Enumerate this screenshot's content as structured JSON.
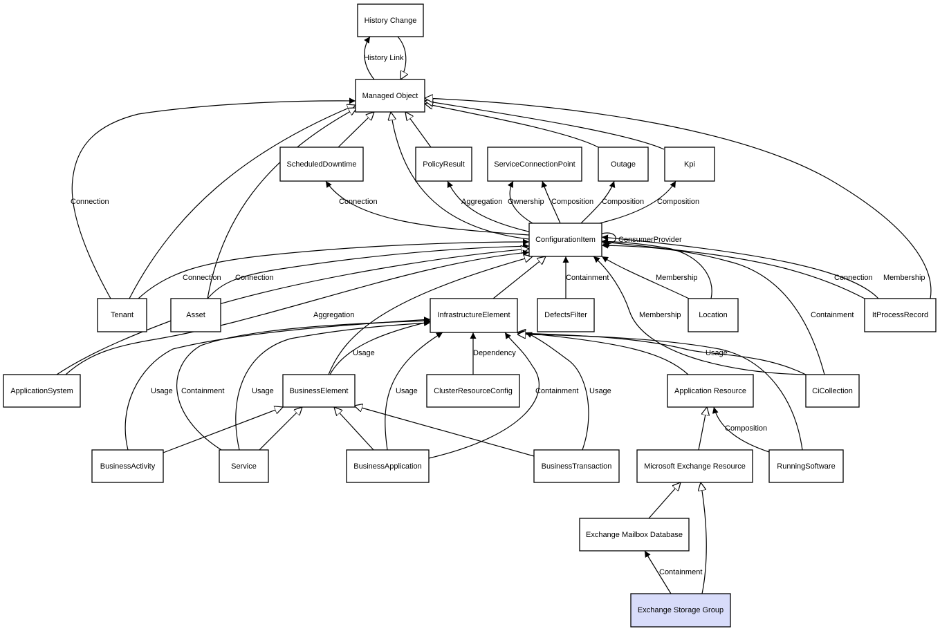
{
  "nodes": [
    {
      "id": "history_change",
      "label": "History Change"
    },
    {
      "id": "managed_object",
      "label": "Managed Object"
    },
    {
      "id": "scheduled_downtime",
      "label": "ScheduledDowntime"
    },
    {
      "id": "policy_result",
      "label": "PolicyResult"
    },
    {
      "id": "service_connection_point",
      "label": "ServiceConnectionPoint"
    },
    {
      "id": "outage",
      "label": "Outage"
    },
    {
      "id": "kpi",
      "label": "Kpi"
    },
    {
      "id": "configuration_item",
      "label": "ConfigurationItem"
    },
    {
      "id": "tenant",
      "label": "Tenant"
    },
    {
      "id": "asset",
      "label": "Asset"
    },
    {
      "id": "infrastructure_element",
      "label": "InfrastructureElement"
    },
    {
      "id": "defects_filter",
      "label": "DefectsFilter"
    },
    {
      "id": "location",
      "label": "Location"
    },
    {
      "id": "it_process_record",
      "label": "ItProcessRecord"
    },
    {
      "id": "application_system",
      "label": "ApplicationSystem"
    },
    {
      "id": "business_element",
      "label": "BusinessElement"
    },
    {
      "id": "cluster_resource_config",
      "label": "ClusterResourceConfig"
    },
    {
      "id": "application_resource",
      "label": "Application Resource"
    },
    {
      "id": "ci_collection",
      "label": "CiCollection"
    },
    {
      "id": "business_activity",
      "label": "BusinessActivity"
    },
    {
      "id": "service",
      "label": "Service"
    },
    {
      "id": "business_application",
      "label": "BusinessApplication"
    },
    {
      "id": "business_transaction",
      "label": "BusinessTransaction"
    },
    {
      "id": "microsoft_exchange_resource",
      "label": "Microsoft Exchange Resource"
    },
    {
      "id": "running_software",
      "label": "RunningSoftware"
    },
    {
      "id": "exchange_mailbox_database",
      "label": "Exchange Mailbox Database"
    },
    {
      "id": "exchange_storage_group",
      "label": "Exchange Storage Group"
    }
  ],
  "edge_labels": {
    "history_link": "History Link",
    "connection_tenant_mo": "Connection",
    "connection_ci_sd": "Connection",
    "aggregation_ci_pr": "Aggregation",
    "ownership": "Ownership",
    "composition_scp": "Composition",
    "composition_outage": "Composition",
    "composition_kpi": "Composition",
    "consumer_provider": "ConsumerProvider",
    "connection_tenant_ci": "Connection",
    "connection_asset_ci": "Connection",
    "containment_defects": "Containment",
    "membership_location": "Membership",
    "connection_itpr": "Connection",
    "membership_itpr": "Membership",
    "aggregation_appsys": "Aggregation",
    "membership_cicoll": "Membership",
    "containment_cicoll": "Containment",
    "usage_be_ie": "Usage",
    "dependency": "Dependency",
    "usage_cicoll_ie": "Usage",
    "usage_ba_ie": "Usage",
    "containment_service_ie": "Containment",
    "usage_service_ie": "Usage",
    "usage_bapp_ie": "Usage",
    "containment_bapp_ie": "Containment",
    "usage_bt_ie": "Usage",
    "composition_rs": "Composition",
    "containment_esg": "Containment"
  },
  "colors": {
    "highlight_node_fill": "#d8dcfa",
    "stroke": "#000000"
  }
}
